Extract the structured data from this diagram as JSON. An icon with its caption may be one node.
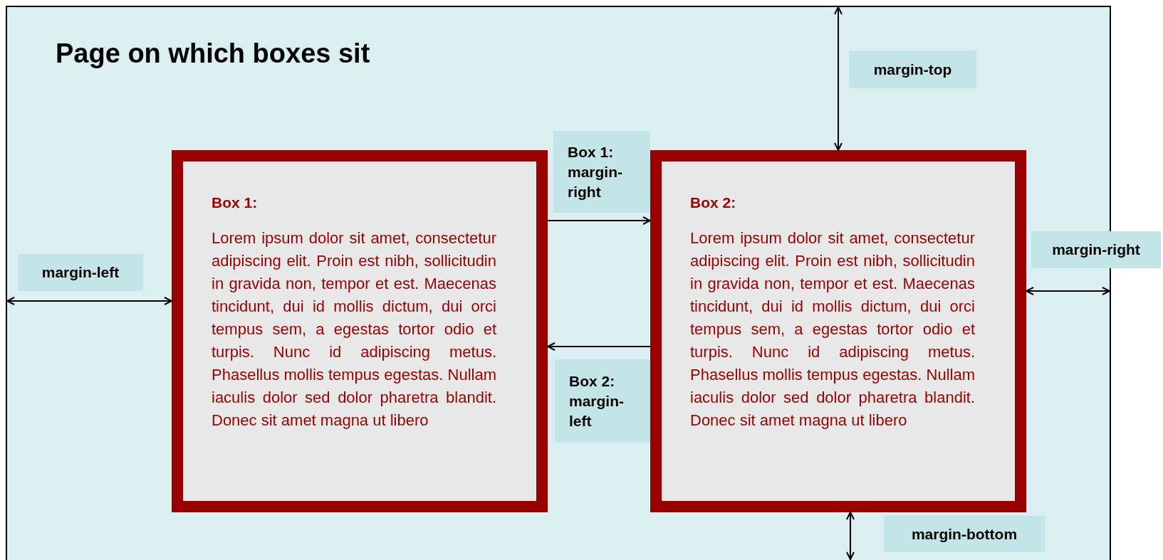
{
  "diagram": {
    "nodes": [
      {
        "text": [
          "Page on which boxes sit"
        ]
      },
      {
        "text": [
          "margin-top"
        ],
        "in": 0
      },
      {
        "text": [
          "Box 1: margin-right"
        ],
        "in": 0
      },
      {
        "text": [
          "Box 1:",
          "Lorem ipsum dolor sit amet, consectetur adipiscing elit. Proin est nibh, sollicitudin in gravida non, tempor et est. Maecenas tincidunt, dui id mollis dictum, dui orci tempus sem, a egestas tortor odio et turpis. Nunc id adipiscing metus. Phasellus mollis tempus egestas. Nullam iaculis dolor sed dolor pharetra blandit. Donec sit amet magna ut libero"
        ],
        "in": 0
      },
      {
        "text": [
          "Box 2:",
          "Lorem ipsum dolor sit amet, consectetur adipiscing elit. Proin est nibh, sollicitudin in gravida non, tempor et est. Maecenas tincidunt, dui id mollis dictum, dui orci tempus sem, a egestas tortor odio et turpis. Nunc id adipiscing metus. Phasellus mollis tempus egestas. Nullam iaculis dolor sed dolor pharetra blandit. Donec sit amet magna ut libero"
        ],
        "in": 0
      },
      {
        "text": [
          "margin-right"
        ]
      },
      {
        "text": [
          "margin-left"
        ],
        "in": 0
      },
      {
        "text": [
          "Box 2: margin-left"
        ],
        "in": 0
      },
      {
        "text": [
          "margin-bottom"
        ],
        "in": 0
      }
    ],
    "edges": [
      {
        "from": 0,
        "to": 4,
        "arrow": "both"
      },
      {
        "from": 0,
        "to": 3,
        "arrow": "both"
      },
      {
        "from": 3,
        "to": 4,
        "arrow": "to"
      },
      {
        "from": 4,
        "to": 3,
        "arrow": "to"
      },
      {
        "from": 4,
        "to": 0,
        "arrow": "both"
      },
      {
        "from": 4,
        "to": null,
        "arrow": "both"
      }
    ]
  }
}
